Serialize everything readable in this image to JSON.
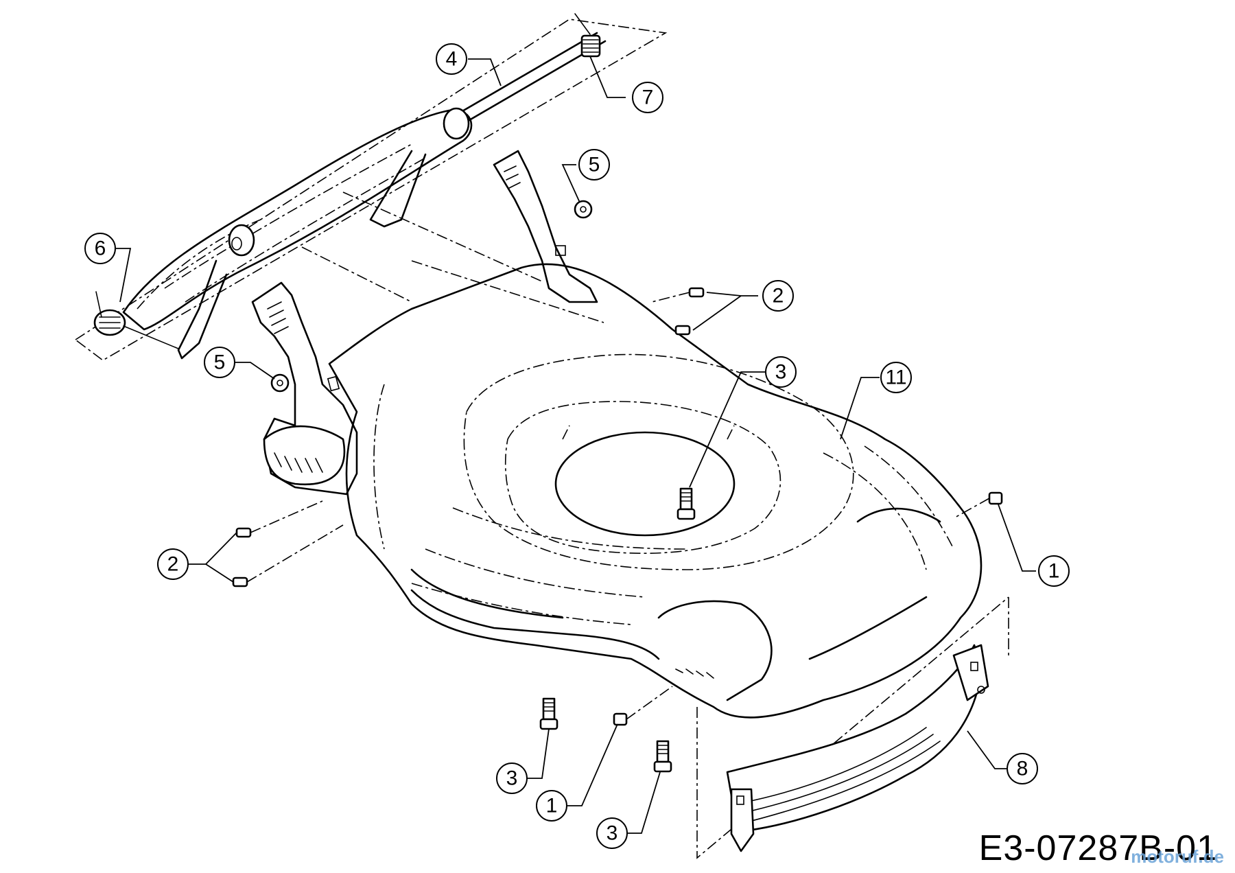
{
  "diagram": {
    "drawing_code": "E3-07287B-01",
    "watermark": "motoruf.de",
    "callouts": [
      {
        "id": "c4",
        "label": "4"
      },
      {
        "id": "c7",
        "label": "7"
      },
      {
        "id": "c5a",
        "label": "5"
      },
      {
        "id": "c6",
        "label": "6"
      },
      {
        "id": "c2a",
        "label": "2"
      },
      {
        "id": "c5b",
        "label": "5"
      },
      {
        "id": "c3a",
        "label": "3"
      },
      {
        "id": "c11",
        "label": "11"
      },
      {
        "id": "c2b",
        "label": "2"
      },
      {
        "id": "c1a",
        "label": "1"
      },
      {
        "id": "c8",
        "label": "8"
      },
      {
        "id": "c3b",
        "label": "3"
      },
      {
        "id": "c1b",
        "label": "1"
      },
      {
        "id": "c3c",
        "label": "3"
      }
    ]
  }
}
